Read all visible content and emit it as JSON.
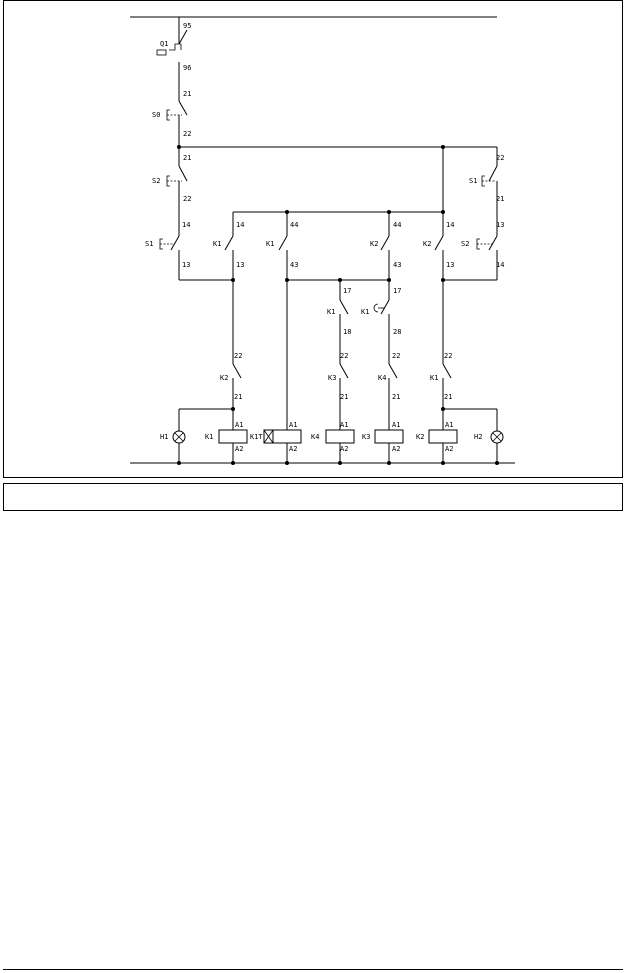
{
  "labels": {
    "q1": "Q1",
    "t95": "95",
    "t96": "96",
    "s0": "S0",
    "s0_t21": "21",
    "s0_t22": "22",
    "s2_left": "S2",
    "s2l_t21": "21",
    "s2l_t22": "22",
    "s1_right": "S1",
    "s1r_t22": "22",
    "s1r_t21": "21",
    "s1_left": "S1",
    "s1l_t14": "14",
    "s1l_t13": "13",
    "k1_a": "K1",
    "k1a_t14": "14",
    "k1a_t13": "13",
    "k1_b": "K1",
    "k1b_t44": "44",
    "k1b_t43": "43",
    "k2_a": "K2",
    "k2a_t44": "44",
    "k2a_t43": "43",
    "k2_b": "K2",
    "k2b_t14": "14",
    "k2b_t13": "13",
    "s2_right": "S2",
    "s2r_t13": "13",
    "s2r_t14": "14",
    "k1_c": "K1",
    "k1c_t17": "17",
    "k1c_t18": "18",
    "k1t": "K1",
    "k1t_t17": "17",
    "k1t_t28": "28",
    "k2_il": "K2",
    "k2il_t22": "22",
    "k2il_t21": "21",
    "k3_il": "K3",
    "k3il_t22": "22",
    "k3il_t21": "21",
    "k4_il": "K4",
    "k4il_t22": "22",
    "k4il_t21": "21",
    "k1_il": "K1",
    "k1il_t22": "22",
    "k1il_t21": "21",
    "h1": "H1",
    "h2": "H2",
    "coil_k1": "K1",
    "coil_k1t": "K1T",
    "coil_k4": "K4",
    "coil_k3": "K3",
    "coil_k2": "K2",
    "a1": "A1",
    "a2": "A2"
  },
  "caption": ""
}
